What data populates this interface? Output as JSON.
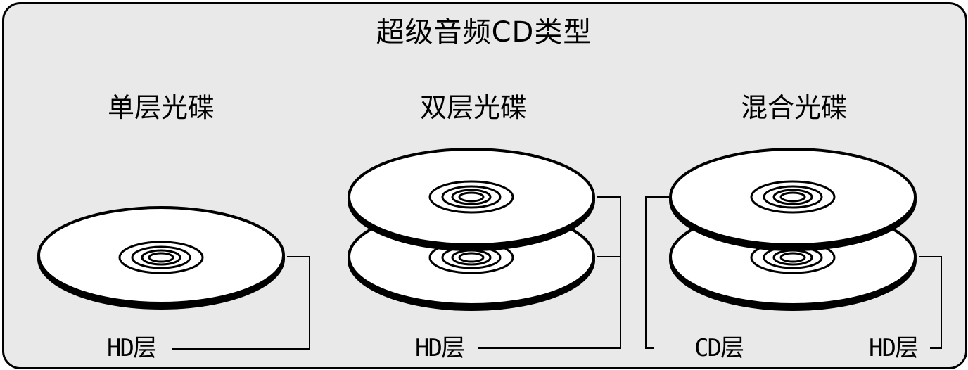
{
  "diagram": {
    "title": "超级音频CD类型",
    "colors": {
      "background": "#e9e9e9",
      "stroke": "#000000",
      "disc_fill": "#ffffff"
    },
    "sections": [
      {
        "heading": "单层光碟",
        "layers": [
          "HD层"
        ]
      },
      {
        "heading": "双层光碟",
        "layers": [
          "HD层"
        ]
      },
      {
        "heading": "混合光碟",
        "layers": [
          "CD层",
          "HD层"
        ]
      }
    ]
  }
}
